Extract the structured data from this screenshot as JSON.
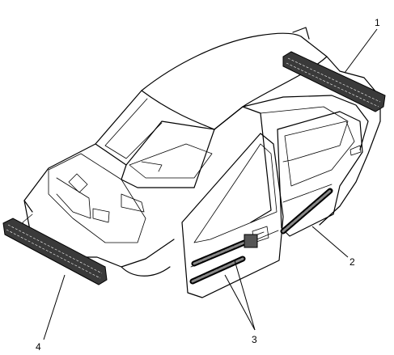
{
  "callouts": [
    {
      "id": "rear-bumper-beam",
      "label": "1"
    },
    {
      "id": "rear-door-impact-beam",
      "label": "2"
    },
    {
      "id": "front-door-impact-beams",
      "label": "3"
    },
    {
      "id": "front-bumper-beam",
      "label": "4"
    }
  ]
}
